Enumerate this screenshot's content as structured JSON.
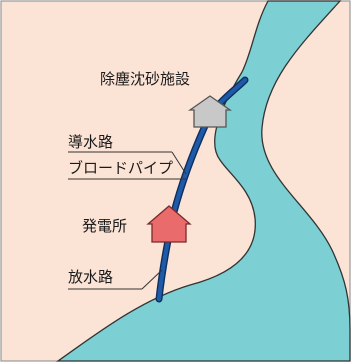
{
  "colors": {
    "background": "#fbe3d6",
    "river": "#7ccfd2",
    "river_edge": "#333333",
    "waterway": "#1e5aa8",
    "waterway_edge": "#0d2f5e",
    "sand_facility": "#c8c8c8",
    "power_station": "#e96b6b",
    "leader_line": "#333333"
  },
  "labels": {
    "sand_facility": "除塵沈砂施設",
    "headrace": "導水路",
    "broad_pipe": "ブロードパイプ",
    "power_station": "発電所",
    "tailrace": "放水路"
  }
}
